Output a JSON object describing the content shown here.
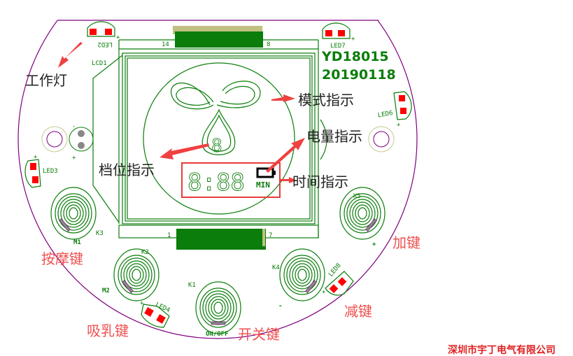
{
  "board": {
    "model": "YD18015",
    "date": "20190118",
    "lcd_label": "LCD1",
    "connector_top": {
      "left_pin": "14",
      "right_pin": "8"
    },
    "connector_bottom": {
      "left_pin": "1",
      "right_pin": "7"
    },
    "leds": [
      "LED2",
      "LED7",
      "LED6",
      "LED3",
      "LED4",
      "LED8"
    ],
    "keys": [
      "K1",
      "K2",
      "K3",
      "K4",
      "K5"
    ],
    "silk": {
      "m1": "M1",
      "m2": "M2",
      "on_off": "ON/OFF",
      "plus": "+",
      "minus": "-"
    },
    "display": {
      "digits": "8:88",
      "unit": "MIN"
    }
  },
  "annotations": {
    "work_light": "工作灯",
    "gear_indicator": "档位指示",
    "mode_indicator": "模式指示",
    "battery_indicator": "电量指示",
    "time_indicator": "时间指示",
    "massage_key": "按摩键",
    "suction_key": "吸乳键",
    "power_key": "开关键",
    "minus_key": "减键",
    "plus_key": "加键"
  },
  "company": "深圳市宇丁电气有限公司",
  "colors": {
    "trace": "#0a7d0a",
    "outline": "#800080",
    "pad": "#ff0000",
    "annotation": "#f05050"
  }
}
